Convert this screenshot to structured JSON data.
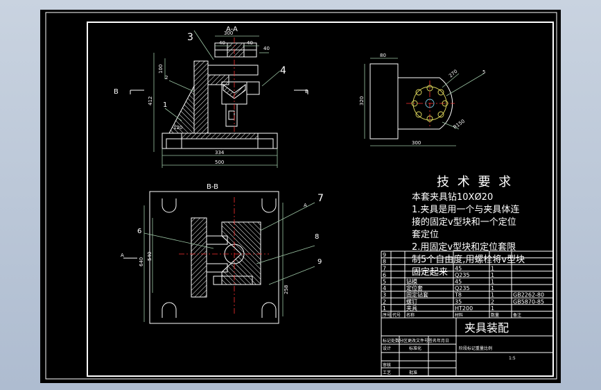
{
  "view_aa": {
    "title": "A-A",
    "dims": [
      "300",
      "40",
      "40",
      "40",
      "100",
      "412",
      "120",
      "334",
      "500"
    ],
    "callouts": [
      "3",
      "4",
      "2",
      "1"
    ],
    "section_left": "B",
    "section_right": "B"
  },
  "view_top": {
    "dims": [
      "80",
      "270",
      "320",
      "R150",
      "300"
    ],
    "callout": "5"
  },
  "view_bb": {
    "title": "B-B",
    "callouts": [
      "7",
      "6",
      "8",
      "9"
    ],
    "section_a_top": "A",
    "section_a_left": "A",
    "dims": [
      "640",
      "540",
      "258"
    ]
  },
  "requirements": {
    "heading": "技 术 要 求",
    "lines": [
      "本套夹具钻10XØ20",
      "1.夹具是用一个与夹具体连",
      "接的固定v型块和一个定位",
      "套定位",
      "2.用固定v型块和定位套限",
      "制5个自由度,用螺栓将v型块",
      "固定起来"
    ]
  },
  "bom": {
    "rows": [
      {
        "no": "9",
        "name": "",
        "material": "",
        "qty": "",
        "note": ""
      },
      {
        "no": "8",
        "name": "",
        "material": "",
        "qty": "",
        "note": ""
      },
      {
        "no": "7",
        "name": "",
        "material": "45",
        "qty": "1",
        "note": ""
      },
      {
        "no": "6",
        "name": "",
        "material": "Q235",
        "qty": "1",
        "note": ""
      },
      {
        "no": "5",
        "name": "钻模",
        "material": "45",
        "qty": "1",
        "note": ""
      },
      {
        "no": "4",
        "name": "定位套",
        "material": "Q235",
        "qty": "1",
        "note": ""
      },
      {
        "no": "3",
        "name": "固定钻套",
        "material": "T8",
        "qty": "1",
        "note": "GB2262-80"
      },
      {
        "no": "2",
        "name": "螺钉",
        "material": "35",
        "qty": "2",
        "note": "GB5870-85"
      },
      {
        "no": "1",
        "name": "夹具",
        "material": "HT200",
        "qty": "1",
        "note": ""
      }
    ],
    "header": [
      "序号",
      "代号",
      "名称",
      "材料",
      "数量",
      "备注"
    ]
  },
  "title_block": {
    "title": "夹具装配",
    "row1": "标记处数分区更改文件号签名年月日",
    "designer": "设计",
    "standard": "标准化",
    "stage": "阶段标记重量比例",
    "scale": "1:5",
    "review": "审核",
    "process": "工艺",
    "approve": "批准"
  }
}
